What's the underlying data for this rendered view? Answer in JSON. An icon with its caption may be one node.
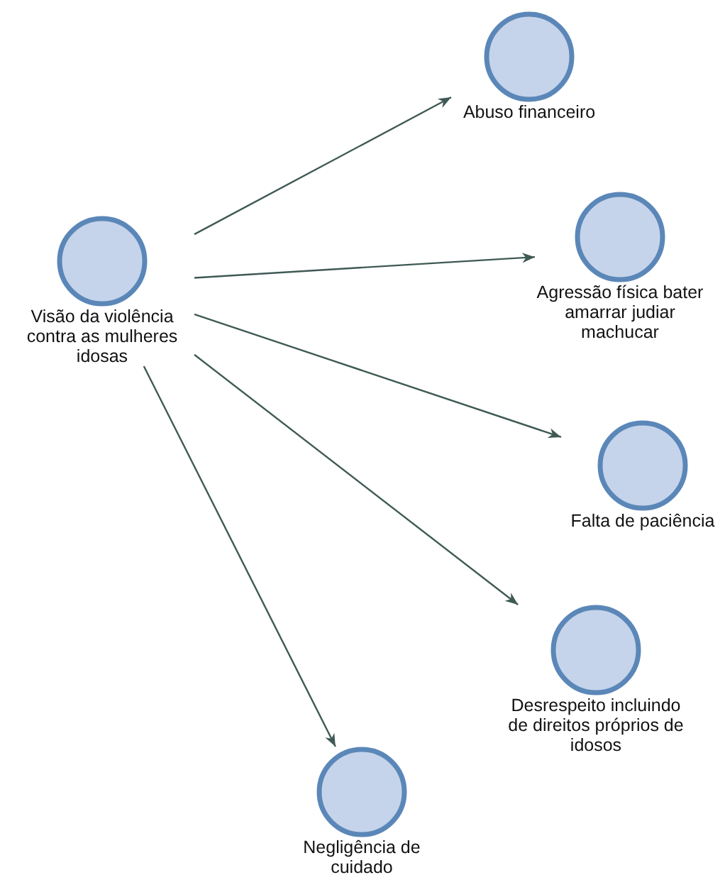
{
  "diagram": {
    "nodes": [
      {
        "text": [
          "Visão da violência contra as mulheres idosas"
        ]
      },
      {
        "text": [
          "Abuso financeiro"
        ]
      },
      {
        "text": [
          "Agressão física bater amarrar judiar machucar"
        ]
      },
      {
        "text": [
          "Falta de paciência"
        ]
      },
      {
        "text": [
          "Desrespeito incluindo de direitos próprios de idosos"
        ]
      },
      {
        "text": [
          "Negligência de cuidado"
        ]
      }
    ],
    "edges": [
      {
        "from": 0,
        "to": 1,
        "arrow": "to"
      },
      {
        "from": 0,
        "to": 2,
        "arrow": "to"
      },
      {
        "from": 0,
        "to": 3,
        "arrow": "to"
      },
      {
        "from": 0,
        "to": 4,
        "arrow": "to"
      },
      {
        "from": 0,
        "to": 5,
        "arrow": "to"
      }
    ]
  }
}
